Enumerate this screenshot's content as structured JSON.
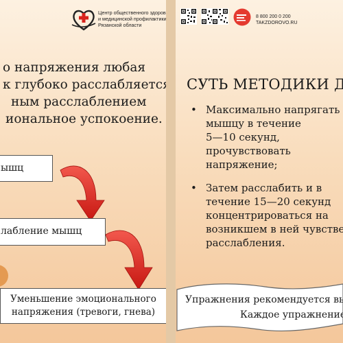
{
  "left_page": {
    "org": {
      "logo_icon": "heart-cross-logo-icon",
      "line1": "Центр общественного здоровья",
      "line2": "и медицинской профилактики",
      "line3": "Рязанской области"
    },
    "intro": {
      "line1": "о напряжения любая",
      "line2": "к глубоко расслабляется,",
      "line3": "ным расслаблением",
      "line4": "иональное успокоение."
    },
    "flow": {
      "box1": "ышц",
      "box2": "лабление мышц",
      "box3_line1": "Уменьшение эмоционального",
      "box3_line2": "напряжения (тревоги, гнева)",
      "arrow_color": "#d8231c"
    }
  },
  "right_page": {
    "header": {
      "qr_icons": [
        "qr-code-icon",
        "qr-code-icon",
        "qr-code-icon"
      ],
      "hotline_badge_icon": "hotline-badge-icon",
      "phone": "8 800 200 0 200",
      "website": "TAKZDOROVO.RU"
    },
    "title": "СУТЬ МЕТОДИКИ ДЖ",
    "bullets": [
      {
        "line1": "Максимально напрягать",
        "line2": "мышцу в течение",
        "line3": "5—10 секунд,",
        "line4": "прочувствовать",
        "line5": "напряжение;"
      },
      {
        "line1": "Затем расслабить и в",
        "line2": "течение 15—20 секунд",
        "line3": "концентрироваться на",
        "line4": "возникшем в ней чувстве",
        "line5": "расслабления."
      }
    ],
    "bullet_symbol": "•",
    "footer": {
      "line1": "Упражнения рекомендуется вы",
      "line2": "Каждое упражнение"
    }
  }
}
